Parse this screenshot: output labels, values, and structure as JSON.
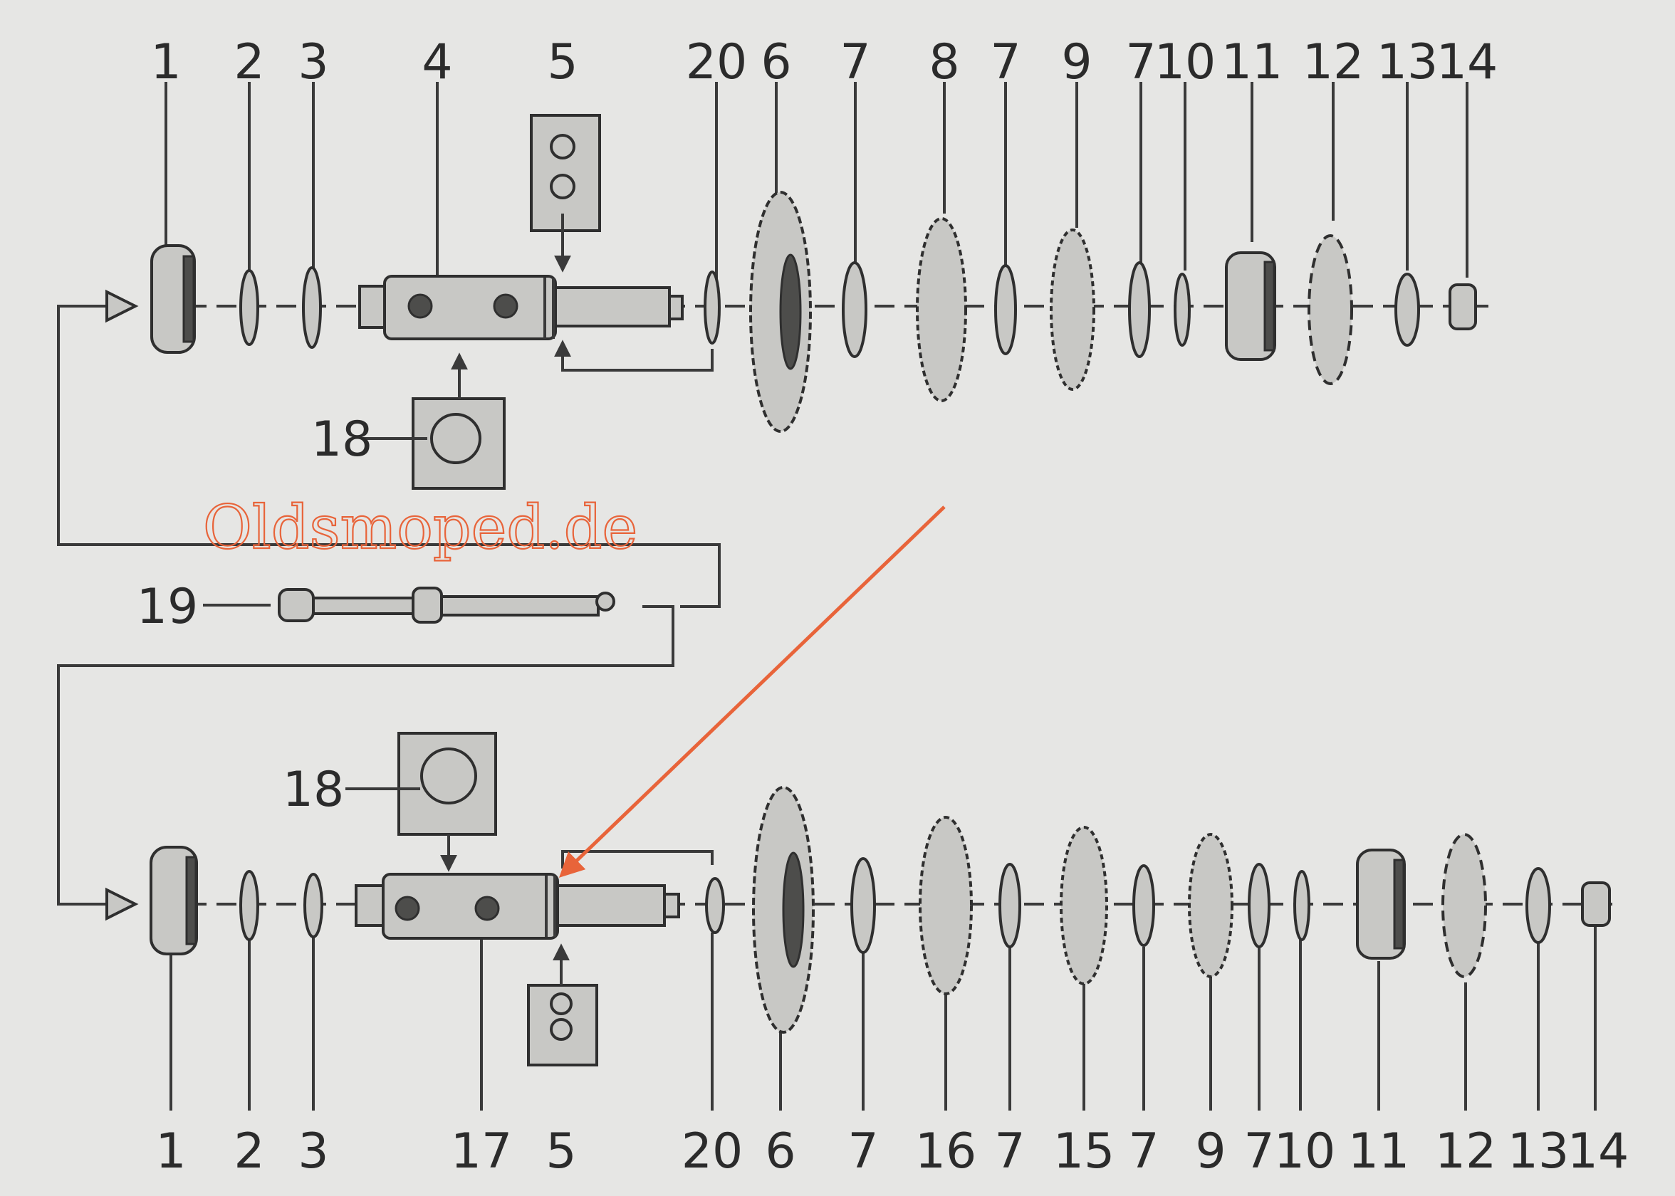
{
  "watermark": "Oldsmoped.de",
  "labels_top": [
    "1",
    "2",
    "3",
    "4",
    "5",
    "20",
    "6",
    "7",
    "8",
    "7",
    "9",
    "7",
    "10",
    "11",
    "12",
    "13",
    "14"
  ],
  "labels_bottom": [
    "1",
    "2",
    "3",
    "17",
    "5",
    "20",
    "6",
    "7",
    "16",
    "7",
    "15",
    "7",
    "9",
    "7",
    "10",
    "11",
    "12",
    "13",
    "14"
  ],
  "labels_side": {
    "ball_top": "18",
    "ball_bottom": "18",
    "shaft_middle": "19"
  },
  "colors": {
    "paper": "#e6e6e4",
    "ink": "#2b2b2b",
    "arrow": "#e8643a"
  }
}
